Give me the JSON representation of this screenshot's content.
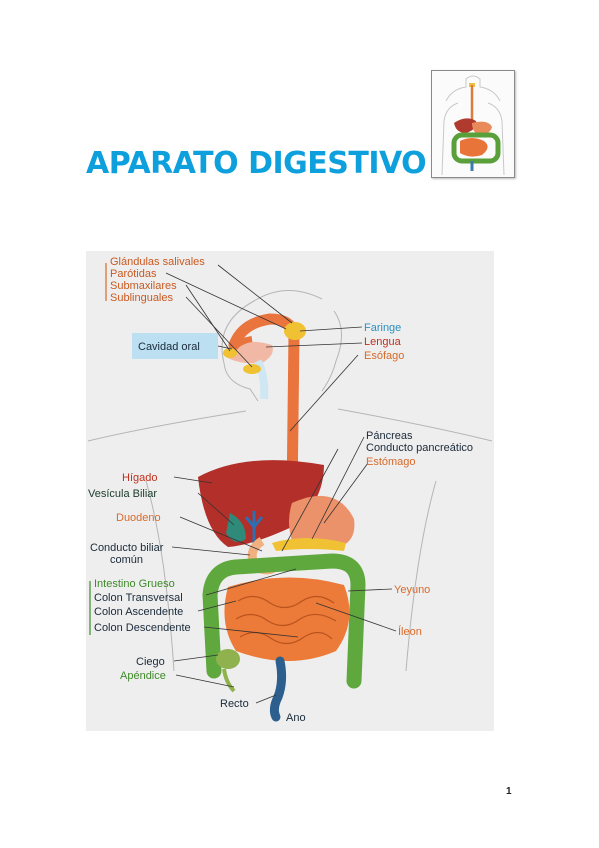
{
  "header": {
    "title": "APARATO DIGESTIVO"
  },
  "footer": {
    "page_number": "1"
  },
  "colors": {
    "title": "#0ea0dc",
    "orange_label": "#d86a2a",
    "blue_label": "#2d8fbf",
    "dark_label": "#1a2a3a",
    "green_label": "#3f8a2a",
    "red_label": "#c02a2a"
  },
  "diagram": {
    "labels": {
      "glandulas": "Glándulas salivales",
      "parotidas": "Parótidas",
      "submaxilares": "Submaxilares",
      "sublinguales": "Sublinguales",
      "cavidad_oral": "Cavidad oral",
      "faringe": "Faringe",
      "lengua": "Lengua",
      "esofago": "Esófago",
      "pancreas": "Páncreas",
      "conducto_pancreatico": "Conducto pancreático",
      "estomago": "Estómago",
      "higado": "Hígado",
      "vesicula": "Vesícula Biliar",
      "duodeno": "Duodeno",
      "conducto_biliar_1": "Conducto biliar",
      "conducto_biliar_2": "común",
      "intestino_grueso": "Intestino Grueso",
      "colon_transversal": "Colon Transversal",
      "colon_ascendente": "Colon Ascendente",
      "colon_descendente": "Colon Descendente",
      "yeyuno": "Yeyuno",
      "ileon": "Íleon",
      "ciego": "Ciego",
      "apendice": "Apéndice",
      "recto": "Recto",
      "ano": "Ano"
    }
  }
}
